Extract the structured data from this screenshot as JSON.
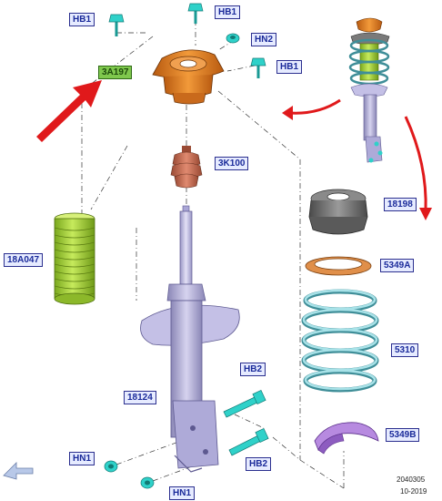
{
  "labels": {
    "hb1_top_left": "HB1",
    "hb1_top_mid": "HB1",
    "hn2": "HN2",
    "hb1_right": "HB1",
    "top_mount": "3A197",
    "bump_stop": "3K100",
    "dust_boot": "18A047",
    "upper_seat": "18198",
    "upper_insulator": "5349A",
    "spring": "5310",
    "lower_insulator": "5349B",
    "strut": "18124",
    "hb2_upper": "HB2",
    "hb2_lower": "HB2",
    "hn1_left": "HN1",
    "hn1_bottom": "HN1"
  },
  "footer": {
    "code": "2040305",
    "date": "10-2019"
  },
  "colors": {
    "label_bg": "#e6ebff",
    "label_border": "#2b2f8f",
    "highlight_label": "#7fc84d",
    "arrow": "#e0191b",
    "mount": "#e07a1e",
    "bump_stop": "#c46a52",
    "boot": "#a8d43a",
    "strut": "#b8b4d8",
    "spring": "#8fcfd6",
    "seat": "#6e6e6e",
    "insulator_upper": "#e08f4a",
    "insulator_lower": "#b78ae0",
    "fastener": "#2fd1c9"
  },
  "icons": {
    "nav_arrow": "arrow-down-left-icon"
  }
}
